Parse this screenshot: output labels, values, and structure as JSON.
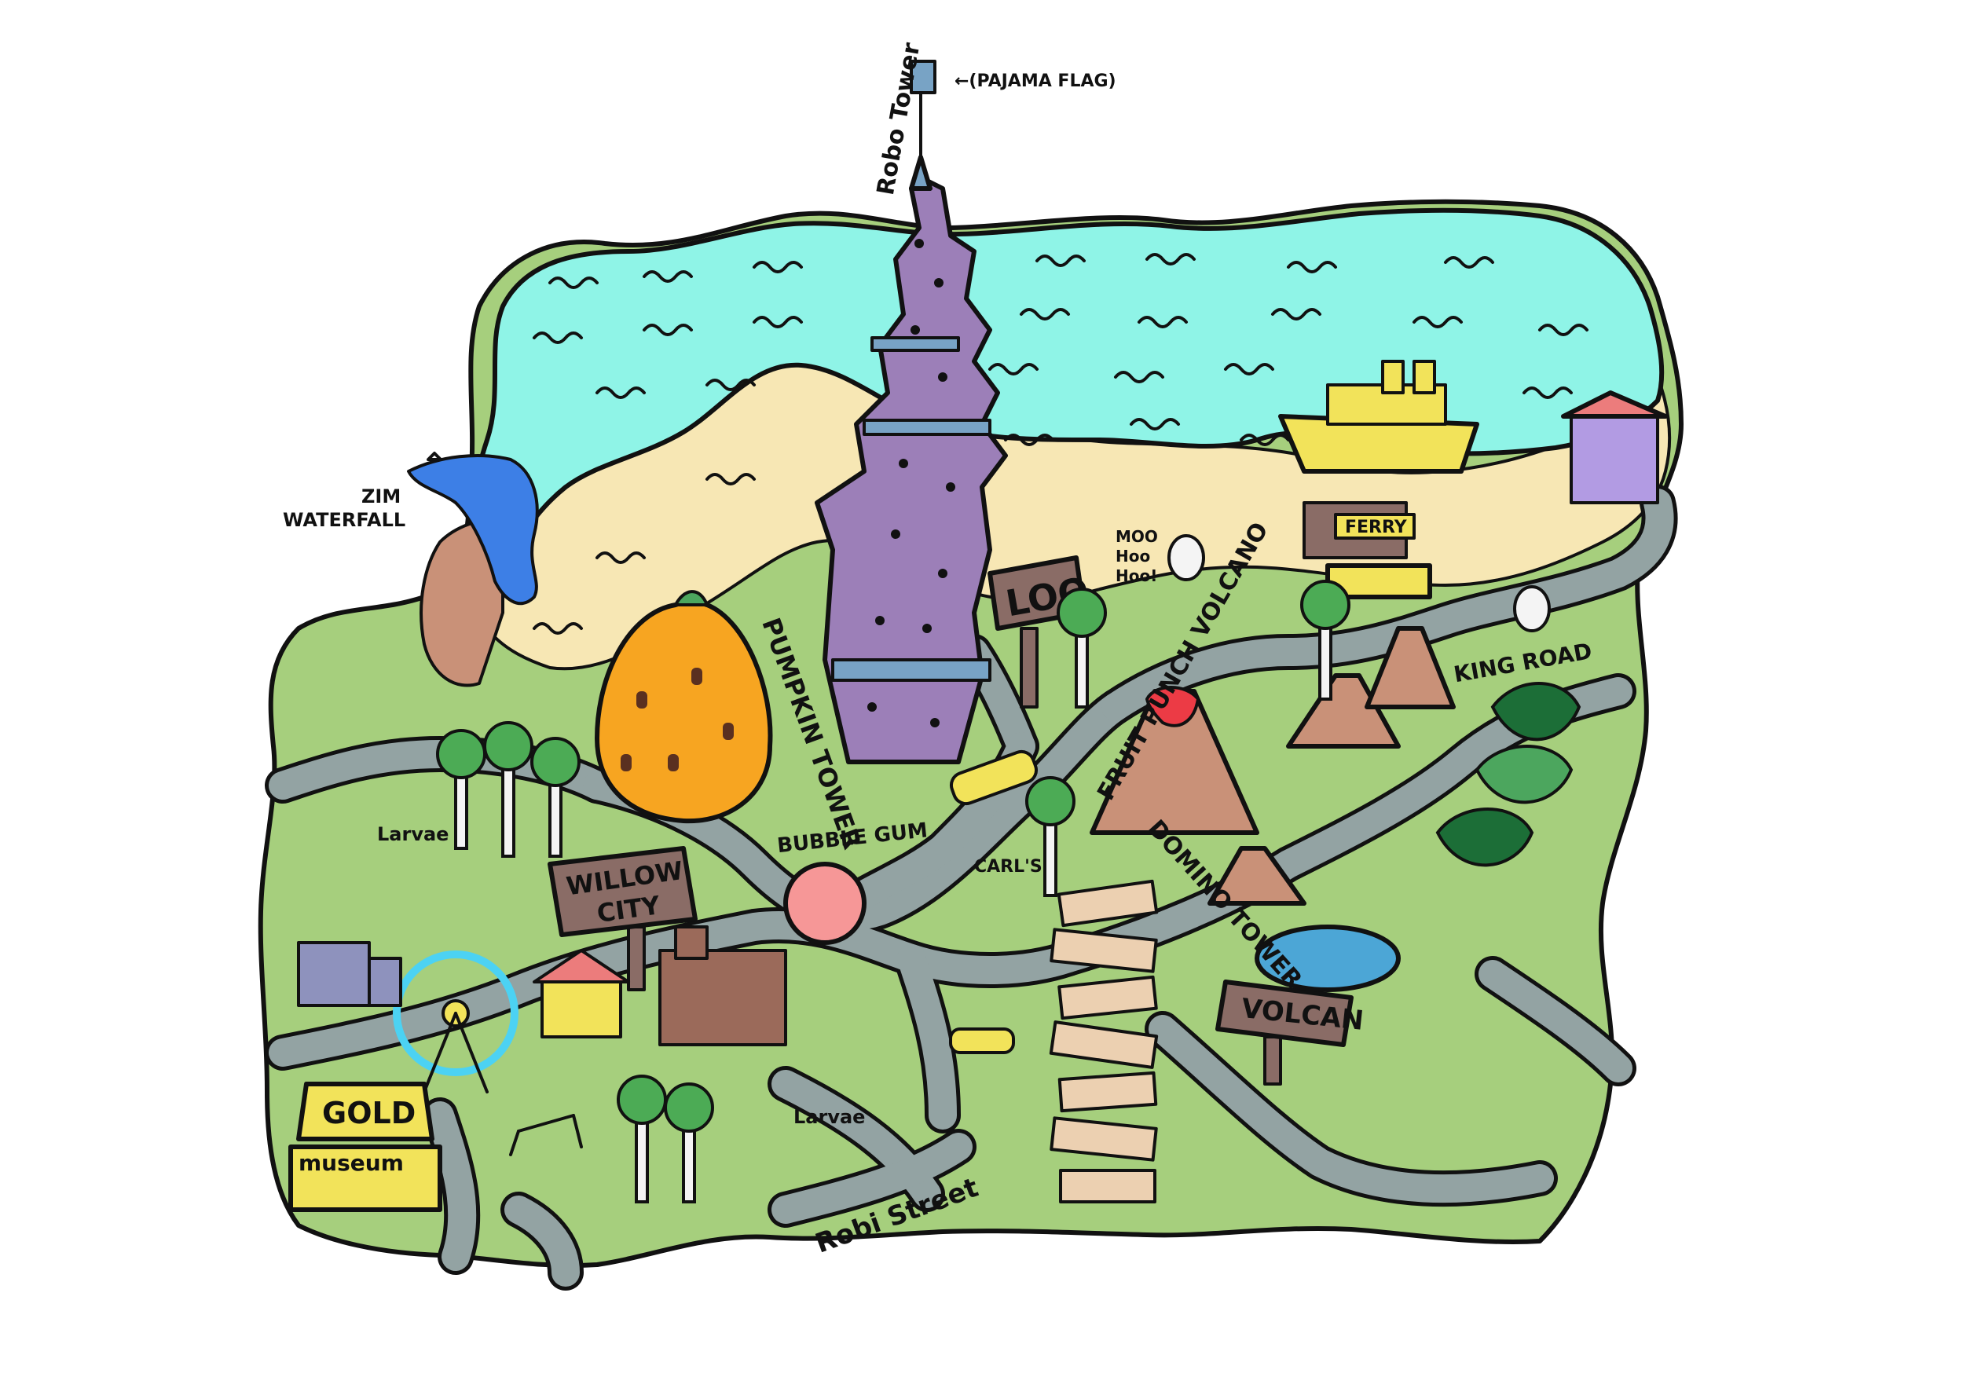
{
  "labels": {
    "pajama_flag": "←(PAJAMA FLAG)",
    "robo_tower": "Robo Tower",
    "zim_waterfall_1": "ZIM",
    "zim_waterfall_2": "WATERFALL",
    "loo": "LOO",
    "ferry": "FERRY",
    "moo_1": "MOO",
    "moo_2": "Hoo",
    "moo_3": "Hoo!",
    "king_road": "KING ROAD",
    "pumpkin_tower": "PUMPKIN TOWER",
    "fruit_punch_volcano": "FRUIT PUNCH VOLCANO",
    "larvae_top": "Larvae",
    "willow_city_1": "WILLOW",
    "willow_city_2": "CITY",
    "bubble_gum": "BUBBLE GUM",
    "carls": "CARL'S",
    "domino_tower": "DOMINO TOWER",
    "volcan": "VOLCAN",
    "gold": "GOLD",
    "museum": "museum",
    "larvae_bottom": "Larvae",
    "robi_street": "Robi Street"
  },
  "colors": {
    "land": "#a6cf7d",
    "water": "#8ff4e7",
    "sand": "#f7e7b4",
    "road": "#93a3a3",
    "tower": "#9c7fb8",
    "pumpkin": "#f7a521",
    "sign": "#8a6c66",
    "volcano": "#c99178",
    "lava": "#ec3b45",
    "bubble_gum": "#f69797",
    "ship": "#f2e35a",
    "gold": "#f2e35a",
    "domino": "#ecd0b1"
  },
  "icons": [
    "waterfall-icon",
    "robo-tower-icon",
    "pumpkin-tower-icon",
    "loo-sign-icon",
    "ferry-ship-icon",
    "ferry-house-icon",
    "striped-house-icon",
    "volcano-icon",
    "bubble-gum-icon",
    "willow-city-sign-icon",
    "ferris-wheel-icon",
    "carousel-icon",
    "castle-icon",
    "city-skyline-icon",
    "gold-museum-icon",
    "swing-set-icon",
    "domino-tower-icon",
    "volcan-sign-icon",
    "pond-icon",
    "taxi-icon",
    "cow-icon",
    "palm-tree-icon",
    "birch-tree-icon"
  ]
}
